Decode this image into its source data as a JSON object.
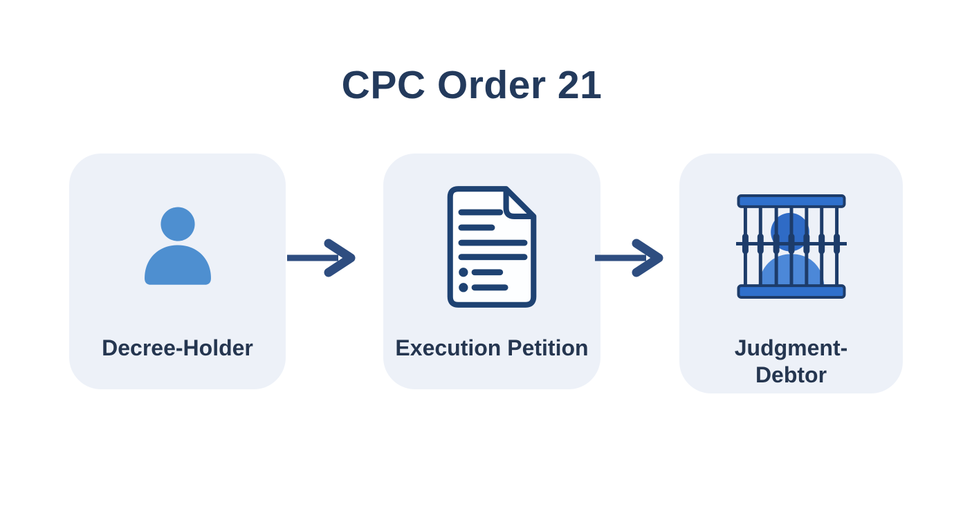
{
  "title": "CPC Order 21",
  "steps": [
    {
      "label": "Decree-Holder",
      "icon": "person-icon"
    },
    {
      "label": "Execution Petition",
      "icon": "document-icon"
    },
    {
      "label": "Judgment-Debtor",
      "icon": "prisoner-behind-bars-icon"
    }
  ],
  "connectors": [
    {
      "icon": "arrow-right-icon"
    },
    {
      "icon": "arrow-right-icon"
    }
  ],
  "colors": {
    "background": "#ffffff",
    "card_background": "#edf1f8",
    "heading_text": "#233a5c",
    "label_text": "#253650",
    "arrow": "#2e4d80",
    "person_icon": "#4e8fd0",
    "document_outline": "#1e4272",
    "jail_outline": "#1d3c6a",
    "jail_bar_fill": "#2f70cc",
    "prisoner_head": "#2f6bc6",
    "prisoner_body": "#4c88d8"
  }
}
